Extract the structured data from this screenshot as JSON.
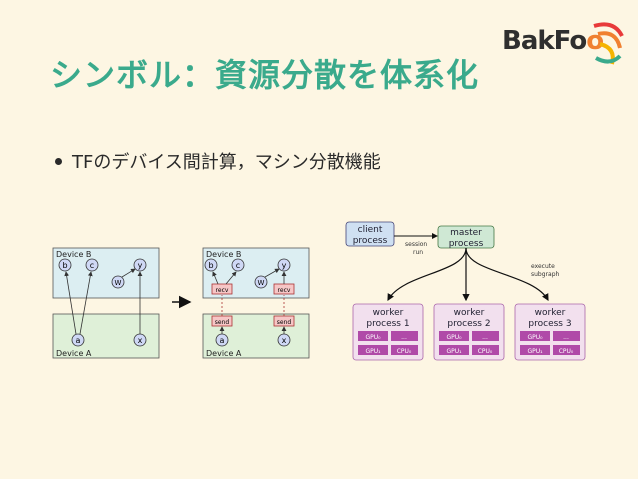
{
  "slide": {
    "title": "シンボル：資源分散を体系化",
    "bullet": "TFのデバイス間計算，マシン分散機能"
  },
  "logo": {
    "text_part1": "BakFo",
    "text_part2": "o"
  },
  "left_diagram": {
    "before": {
      "device_b_label": "Device B",
      "device_a_label": "Device A",
      "nodes": {
        "b": "b",
        "c": "c",
        "w": "W",
        "y": "y",
        "a": "a",
        "x": "x"
      }
    },
    "after": {
      "device_b_label": "Device B",
      "device_a_label": "Device A",
      "nodes": {
        "b": "b",
        "c": "c",
        "w": "W",
        "y": "y",
        "a": "a",
        "x": "x"
      },
      "recv_label": "recv",
      "send_label": "send"
    }
  },
  "right_diagram": {
    "client": "client\nprocess",
    "master": "master\nprocess",
    "session_label": "session\nrun",
    "execute_label": "execute\nsubgraph",
    "workers": [
      {
        "label": "worker\nprocess 1",
        "gpus": "GPU₀",
        "gpus2": "GPU₁",
        "dots": "...",
        "cpus": "CPU₀"
      },
      {
        "label": "worker\nprocess 2",
        "gpus": "GPU₀",
        "gpus2": "GPU₁",
        "dots": "...",
        "cpus": "CPU₀"
      },
      {
        "label": "worker\nprocess 3",
        "gpus": "GPU₀",
        "gpus2": "GPU₁",
        "dots": "...",
        "cpus": "CPU₀"
      }
    ]
  },
  "colors": {
    "title": "#3aaa8c",
    "device_b_fill": "#dceef2",
    "device_a_fill": "#dff0d8",
    "worker_fill": "#f2e0ee",
    "chip_fill": "#b04aa8"
  }
}
